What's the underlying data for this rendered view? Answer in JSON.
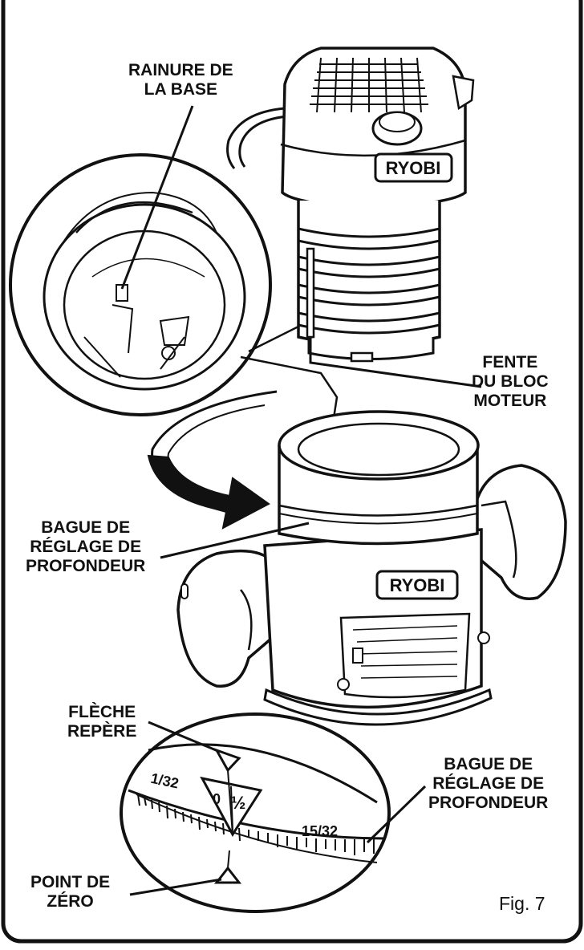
{
  "labels": {
    "rainure": [
      "RAINURE DE",
      "LA BASE"
    ],
    "fente": [
      "FENTE",
      "DU BLOC",
      "MOTEUR"
    ],
    "bague_top": [
      "BAGUE DE",
      "RÉGLAGE DE",
      "PROFONDEUR"
    ],
    "fleche": [
      "FLÈCHE",
      "REPÈRE"
    ],
    "bague_bottom": [
      "BAGUE DE",
      "RÉGLAGE DE",
      "PROFONDEUR"
    ],
    "point": [
      "POINT DE",
      "ZÉRO"
    ]
  },
  "brand": "RYOBI",
  "scale": {
    "left_mark": "1/32",
    "right_mark": "15/32",
    "zero": "0",
    "half": "½"
  },
  "caption": "Fig. 7"
}
